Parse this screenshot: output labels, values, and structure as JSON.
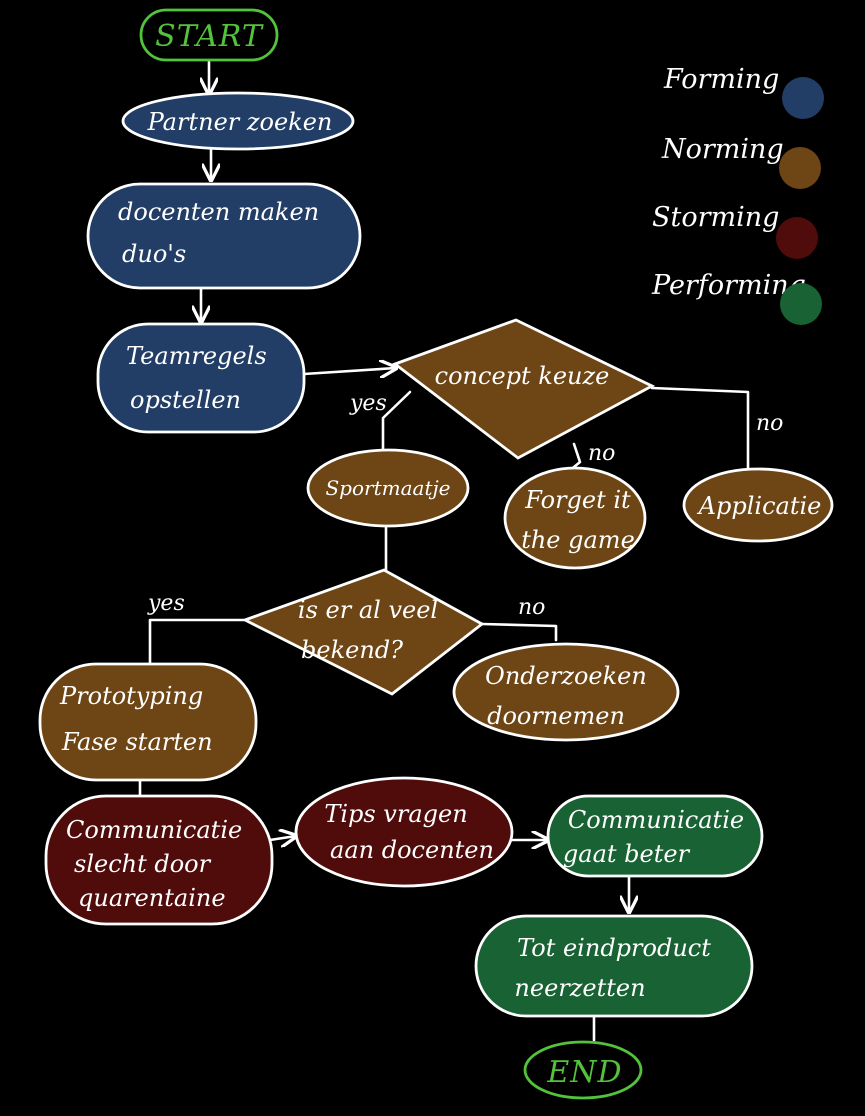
{
  "colors": {
    "forming": "#223e66",
    "norming": "#6e4514",
    "storming": "#500b0b",
    "performing": "#186233",
    "terminal": "#52c33a",
    "line": "#ffffff"
  },
  "legend": [
    {
      "label": "Forming",
      "color": "#223e66"
    },
    {
      "label": "Norming",
      "color": "#6e4514"
    },
    {
      "label": "Storming",
      "color": "#500b0b"
    },
    {
      "label": "Performing",
      "color": "#186233"
    }
  ],
  "nodes": {
    "start": {
      "line1": "START"
    },
    "partner": {
      "line1": "Partner zoeken"
    },
    "docenten": {
      "line1": "docenten maken",
      "line2": "duo's"
    },
    "teamregels": {
      "line1": "Teamregels",
      "line2": "opstellen"
    },
    "concept": {
      "line1": "concept keuze"
    },
    "sportmaatje": {
      "line1": "Sportmaatje"
    },
    "forget": {
      "line1": "Forget it",
      "line2": "the game"
    },
    "applicatie": {
      "line1": "Applicatie"
    },
    "veel": {
      "line1": "is er al veel",
      "line2": "bekend?"
    },
    "onderzoeken": {
      "line1": "Onderzoeken",
      "line2": "doornemen"
    },
    "prototyping": {
      "line1": "Prototyping",
      "line2": "Fase starten"
    },
    "communicatie_slecht": {
      "line1": "Communicatie",
      "line2": "slecht door",
      "line3": "quarentaine"
    },
    "tips": {
      "line1": "Tips vragen",
      "line2": "aan docenten"
    },
    "communicatie_beter": {
      "line1": "Communicatie",
      "line2": "gaat beter"
    },
    "eindproduct": {
      "line1": "Tot eindproduct",
      "line2": "neerzetten"
    },
    "end": {
      "line1": "END"
    }
  },
  "edge_labels": {
    "yes_sport": "yes",
    "no_forget": "no",
    "no_app": "no",
    "yes_proto": "yes",
    "no_onderzoek": "no"
  }
}
